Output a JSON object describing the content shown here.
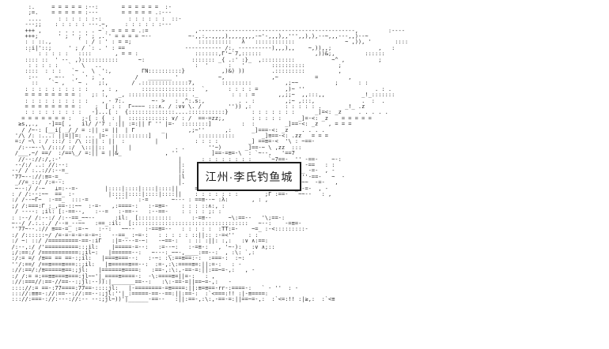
{
  "scene": {
    "description": "monochrome ascii-art landscape of a mountain fortress",
    "ink_color": "#2b2b2b",
    "background_color": "#ffffff"
  },
  "label_box": {
    "text": "江州·李氏钓鱼城"
  },
  "ascii_art": {
    "lines": [
      "        :.     = = = = = :--:       = = = = = =  :-",
      "        ;=.    = = = = = :---       = = = = = .:---",
      "        ....     : : : : : :-:        : : : : : :  ::-",
      "       ---;;    : : : : : ---.~,     : : : : : :---",
      "       +++ ,     . . . . . . ~`. = = = = .:=              ,-----------------------------------------------,         :----",
      "       +++;      ' ; ' ; ' ; ,.`' = = = = ~--           ~-,,:,.,,,,),,,,,,,,-~'-,,,),,''',,),),--~,,,---,,)--~",
      "       : : ::.,        ` : / : ' : = =;                    ::::::::::   λ   ::::::::::::               ~ ,)), '       ::::",
      "       ::i|'::;     ' ; / `: . ' : ==                  ----------- /:. ----------),,,),,    ~,)),,;              ,   :",
      "        `  : : : : :   ::::       , = = :                 :::::::,Γ'~`7,::::::                ,))&;,         ::::::",
      "       :::: ::  ' --  ,):::::::::::      ~:              ::::::: _{ .:' :}_  ,::::::::::           ~^ ,          ;",
      "        : : : : :   `   \\   ..                            :  '      :   '        ::::::::::          ;",
      "       ::::  : : :   `~ .  \\  ':,         ΓN::::::::::}           ,)&) ))        .:::::::::          ,",
      "        :--   , ~--  `,  ' ; `,         /   _______ '            ~,              ,~           =         ,",
      "         ::    `~ ,  ` ~ .   ;:,       / .::::::::::::::7,        :::::::::          ,;~~           ;      : :",
      "       : : : : : : : : : :    , : ,       ::::::::::::::::  `,      : : : : =        ,)~ ''                     . : .",
      "       = = = = = = = = :   ;: :,   _, :::::::::::::::::: ._          : : : =       ,,;;~  ,,:::,,           _!_:::::::",
      "       : : : : : : : : : :    , - 7:.        ~- >   : ,^:.s:,          . . :         ,;~ ,:::,              .  :  .",
      "       = = = = = = = = :    ;  [ : :  Γ~~~~ :::∧. / :∨∨ \\. /        '')) ,:          : : : : : .       _!_ .z",
      "       : : : : : : : : :   -]...[ :  {::::::::::::::....:::::::::::}       : : : : : : :      _]=<: _z     . . . . .",
      "      = = = = = = = :   ;-[ : {  : |  :::::::::::: ∨/ : /  ==-=zz;,        : : : : :     _]=-<: _z    = = = = =",
      "     ≥s,,.,   -]==[ ,   il/ /'7 : :|| :=:|| Γ '' |=-  ::::::::]         :  :         _]==-<: _z   , = = =",
      "      / /~-: [__i[ _/_/ = :|| := ||  | Γ        _       ,;~''      ,:      _]===-<: _z    . . . .",
      "    '/\\ /: :...: ||=||=: ... |=- :::::::::::]    |         :::::::::::        _]≡==-<: .zz   = = =",
      "    =:/ ~\\ : / :::/ : /\\ ::|| : ||  :         |           : : : :         _] ==≡=-<  '\\ : ~==-",
      "     /:--~--\\ /:::/ :/  \\::||::  ||   |             . .       ''~)       _]==-~ \\ ,zz  :::",
      "    /___,~/ ==/  :/==\\_/ =:|| = ||&_             , ''          ]==-=≡=-\\  : `~--,   '==7",
      "     //--://:/,:-'                                   |      : : : : : : : :     `~7==-  '' -==-    ~-:",
      "    --/:/ ..: //:--:                                 |:     = = = = = = =       Γ==-   ~~  -==   : :",
      "   --/ / :..://:--=_                                 |;      : : : : : : :       ,Γ=≡=-   _ -=-  , -",
      "   '77~--://:≡=-=_                                   |l      = = = = = :        `''~7==-  ''-==-   ~  -",
      "    _//=_::/ /:=--:                                  |.     : : : : : : : :      ~Γ==-    ~~  -=-   ,",
      "    ~--:/ /-~   ⊥=:--=-        |::::|::::|::::|::::||     = = = = = : =        :/==≡=- :_ -=-  , -",
      "   : / /:--:~~  ==_ :-          |::::|::::|::::|::::||    : : : : : : :        ;Γ :==-   ~~--   : ,",
      "   :/ /--~Γ~  :-==_  :::-=        ''''   :-=       ~--- : ==≡--~ :λ:       , : ,",
      "   ;/ /:===:Γ :_,==-::~~  :-=-   ,:====-:   :-=≡=-    : : : ::∧:, :",
      "    / ----: ;il: [:-==--,   :--=   :-==--   :--==-    : : : : ;: :",
      "   : :--/ /:--:/ /:--==_~~--      :il:  [::::::::::      :-=≡--     ~\\:==--   '\\;==-:",
      "   ~--/ /.:.:./ /--=_--~~   :==_:il:  [:::::::::::::::::::::::::::::::::::   ~--:    -=≡=-",
      "   ''77~--.:// ≡==-=_ :=-~   :--:   ~~--   :-==≡=--   : : : : :  :TT:=-    ~=_ :-<:::::::::-",
      "   :/ /::::::~/ /=-=-=-=-=-=~:   --==_ :~=-:   : : : : : ::||:: :-=<''    : :",
      "   :/ ~: ::/ /=========-==-:iΓ   :|=----=-~:   -~==-:   : :: :||: :,:   :∨ ∧:==:",
      "   /:--,:/ /'==========::;il:    |=====-=--:   :=--~:   :-=≡-:   , '~-):   :∨ ∧;::",
      "   ;/:==:/ /===========:;il~:   |======--:   ~---:_~~-,____:==--:  , :\\: `,:",
      "   :/:= =/ /≡== == ==-:;il:   |===≡===--:   :-~: :\\:==≡==:-:  :===-:  :~:",
      "   ''/:==/ /==≡===≡===::;il:   |≡=====≡==--:  :=-,:\\:====≡=:||:=-:   : -",
      "   ://:==/:/≡=====≡==:;jl:   |======≡====:   :==-,:\\:,-==-=:||:==~=-,:   , -",
      "   :/ /:= =:==≡≡===≡===:jl~~'|_====≡====-:  -\\:====≡=||=-:   : ,",
      "   ://:===//:==-//==--:;jl:--)):|_______==--:   :\\:-==-=||==~=-,:   -",
      "   :::://:= ==-:77====:77==-::::jl:   |-========-=≡====:||:≡=≡==-rr-:====-:   ` - ''  : -",
      "   ::://:≡≡=-://:==--://:==--:;jl:''|_:=====-==--==:||:==-:  :`<===:!! :|-≡====:",
      "   ::://:===-://:---://:-- --:;jl~))'|______-==--   :||:==-,:\\:,-==-=:||==~=-,:  :`<=:!! :|≥,:  :`<≡",
      "",
      ""
    ]
  }
}
